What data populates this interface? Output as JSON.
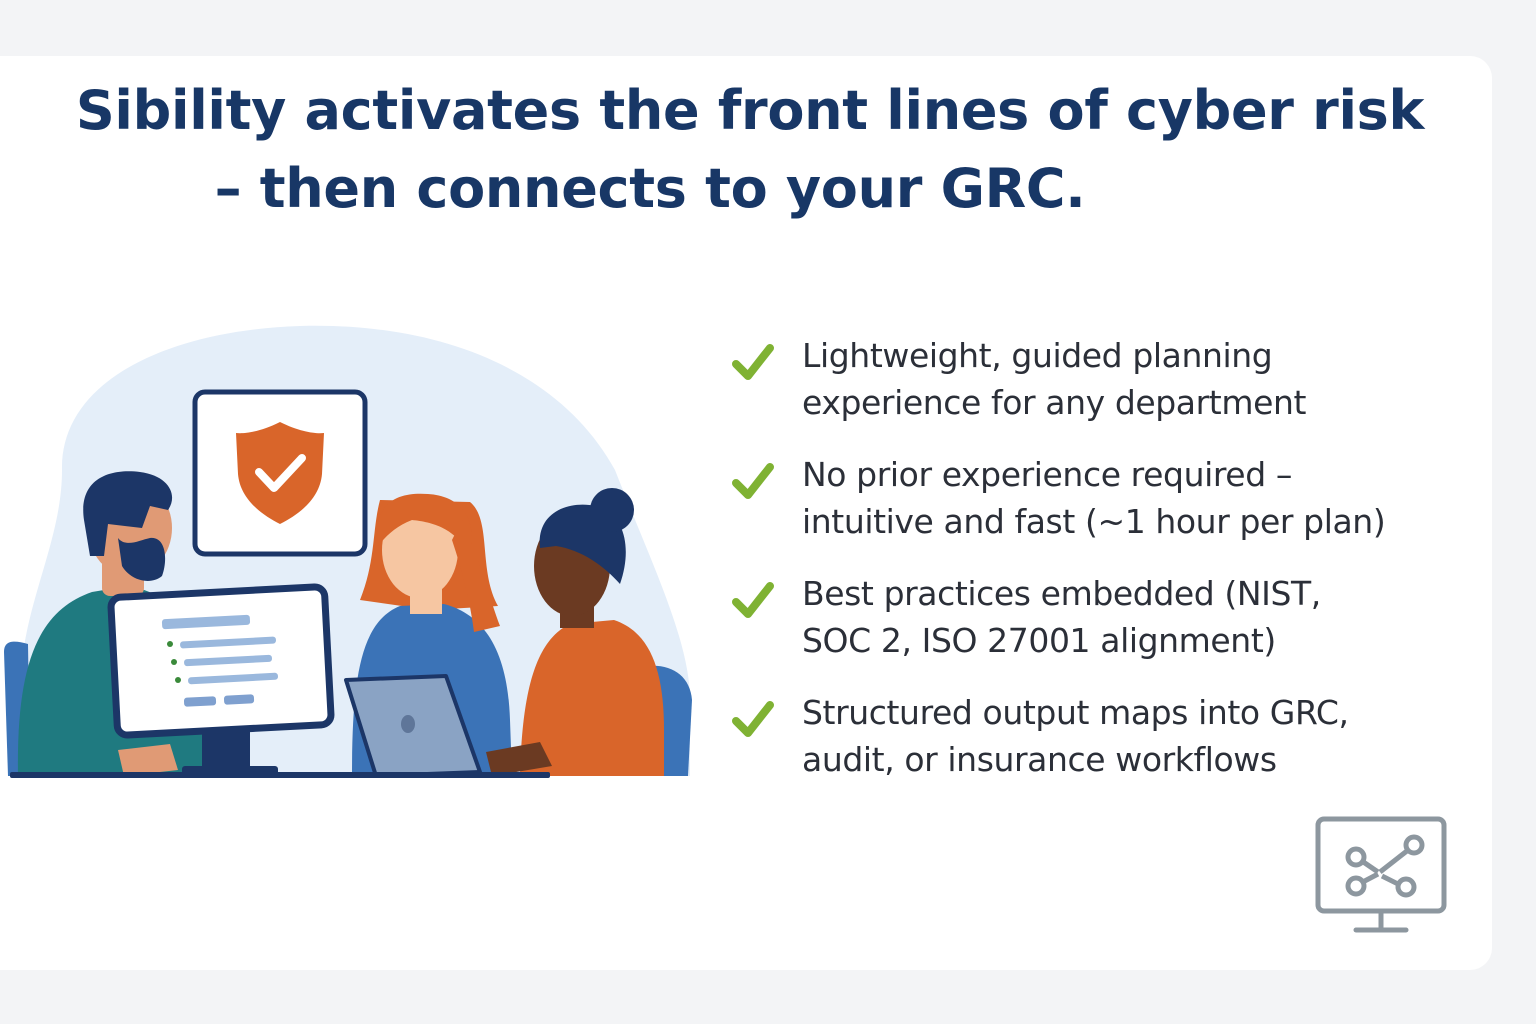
{
  "headline": {
    "line1": "Sibility activates the front lines of cyber risk",
    "line2": "– then connects to your GRC."
  },
  "illustration": {
    "description_icon": "team-at-computer-illustration",
    "badge_icon": "shield-check-icon"
  },
  "benefits": [
    {
      "line1": "Lightweight, guided planning",
      "line2": "experience for any department"
    },
    {
      "line1": "No prior experience required –",
      "line2": "intuitive and fast (~1 hour per plan)"
    },
    {
      "line1": "Best practices embedded (NIST,",
      "line2": "SOC 2, ISO 27001 alignment)"
    },
    {
      "line1": "Structured output maps into GRC,",
      "line2": "audit, or insurance workflows"
    }
  ],
  "icons": {
    "check": "check-icon",
    "corner": "monitor-network-icon"
  },
  "colors": {
    "headline": "#183766",
    "check": "#7fb233",
    "shield": "#d9652a",
    "navy": "#1c3667"
  }
}
